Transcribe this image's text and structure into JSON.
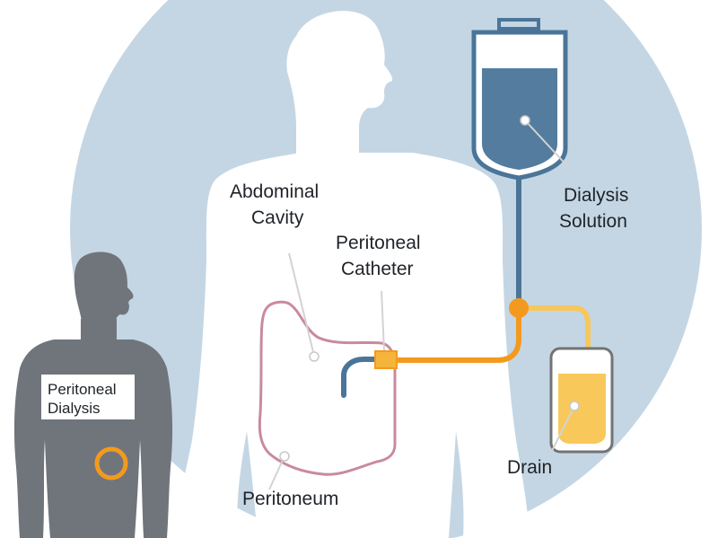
{
  "labels": {
    "abdominal_cavity": [
      "Abdominal",
      "Cavity"
    ],
    "peritoneal_catheter": [
      "Peritoneal",
      "Catheter"
    ],
    "dialysis_solution": [
      "Dialysis",
      "Solution"
    ],
    "drain": "Drain",
    "peritoneum": "Peritoneum",
    "peritoneal_dialysis": [
      "Peritoneal",
      "Dialysis"
    ]
  },
  "colors": {
    "background_circle": "#c4d6e4",
    "body_silhouette": "#ffffff",
    "small_figure": "#70757c",
    "peritoneum_outline": "#c98a9c",
    "catheter_inner": "#4a7599",
    "catheter_tube": "#f39a1e",
    "solution_bag_outline": "#4a7599",
    "solution_fill": "#537c9f",
    "drain_fluid": "#f9c85b",
    "drain_tube": "#f8c75a",
    "highlight_ring": "#f39a1e"
  }
}
